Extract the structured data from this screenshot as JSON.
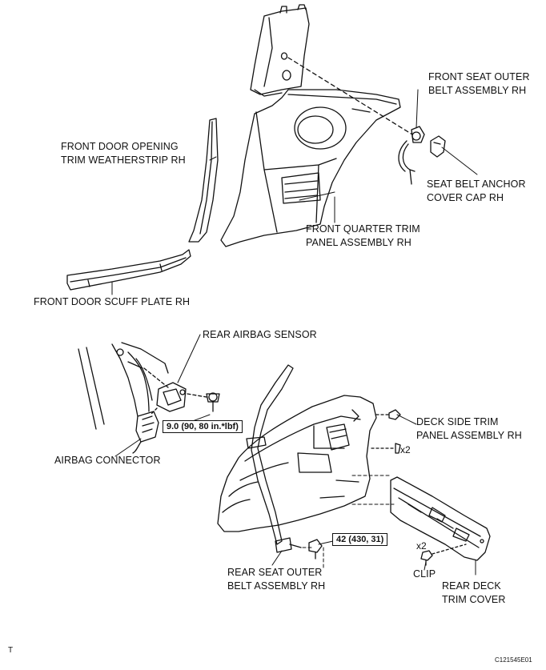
{
  "labels": {
    "front_seat_outer_belt": "FRONT SEAT OUTER\nBELT ASSEMBLY RH",
    "front_door_opening_trim": "FRONT DOOR OPENING\nTRIM WEATHERSTRIP RH",
    "seat_belt_anchor_cover": "SEAT BELT ANCHOR\nCOVER CAP RH",
    "front_quarter_trim": "FRONT QUARTER TRIM\nPANEL ASSEMBLY RH",
    "front_door_scuff": "FRONT DOOR SCUFF PLATE RH",
    "rear_airbag_sensor": "REAR AIRBAG SENSOR",
    "deck_side_trim": "DECK SIDE TRIM\nPANEL ASSEMBLY RH",
    "airbag_connector": "AIRBAG CONNECTOR",
    "rear_seat_outer_belt": "REAR SEAT OUTER\nBELT ASSEMBLY RH",
    "clip": "CLIP",
    "rear_deck_trim_cover": "REAR DECK\nTRIM COVER"
  },
  "torques": {
    "sensor_bolt": "9.0 (90, 80 in.*lbf)",
    "belt_anchor_bolt": "42 (430, 31)"
  },
  "quantities": {
    "deck_side_clips": "x2",
    "deck_cover_clips": "x2"
  },
  "corner_marks": {
    "left": "T",
    "right": "C121545E01"
  }
}
